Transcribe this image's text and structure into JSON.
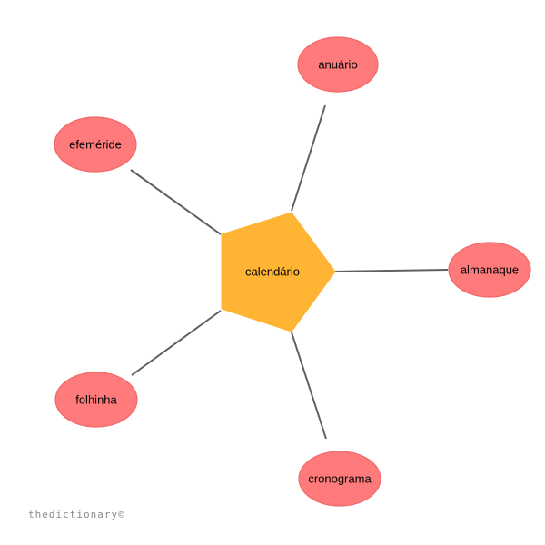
{
  "diagram": {
    "center": {
      "label": "calendário",
      "color": "#ffb433"
    },
    "nodes": [
      {
        "label": "anuário",
        "color": "#ff7b7b"
      },
      {
        "label": "almanaque",
        "color": "#ff7b7b"
      },
      {
        "label": "cronograma",
        "color": "#ff7b7b"
      },
      {
        "label": "folhinha",
        "color": "#ff7b7b"
      },
      {
        "label": "efeméride",
        "color": "#ff7b7b"
      }
    ],
    "edge_color": "#606060"
  },
  "watermark": "thedictionary©"
}
